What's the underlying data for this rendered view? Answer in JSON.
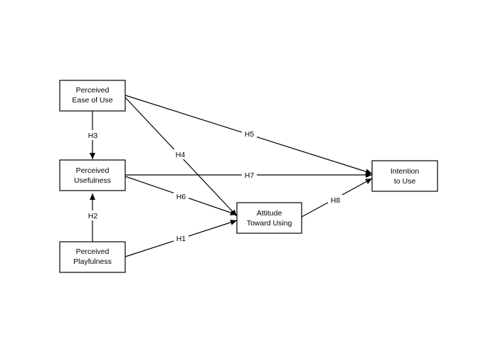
{
  "nodes": {
    "peou": {
      "line1": "Perceived",
      "line2": "Ease of Use"
    },
    "pu": {
      "line1": "Perceived",
      "line2": "Usefulness"
    },
    "pp": {
      "line1": "Perceived",
      "line2": "Playfulness"
    },
    "atu": {
      "line1": "Attitude",
      "line2": "Toward Using"
    },
    "itu": {
      "line1": "Intention",
      "line2": "to Use"
    }
  },
  "edges": {
    "h1": {
      "label": "H1",
      "from": "Perceived Playfulness",
      "to": "Attitude Toward Using"
    },
    "h2": {
      "label": "H2",
      "from": "Perceived Playfulness",
      "to": "Perceived Usefulness"
    },
    "h3": {
      "label": "H3",
      "from": "Perceived Ease of Use",
      "to": "Perceived Usefulness"
    },
    "h4": {
      "label": "H4",
      "from": "Perceived Ease of Use",
      "to": "Attitude Toward Using"
    },
    "h5": {
      "label": "H5",
      "from": "Perceived Ease of Use",
      "to": "Intention to Use"
    },
    "h6": {
      "label": "H6",
      "from": "Perceived Usefulness",
      "to": "Attitude Toward Using"
    },
    "h7": {
      "label": "H7",
      "from": "Perceived Usefulness",
      "to": "Intention to Use"
    },
    "h8": {
      "label": "H8",
      "from": "Attitude Toward Using",
      "to": "Intention to Use"
    }
  },
  "colors": {
    "stroke": "#000000",
    "background": "#ffffff"
  }
}
